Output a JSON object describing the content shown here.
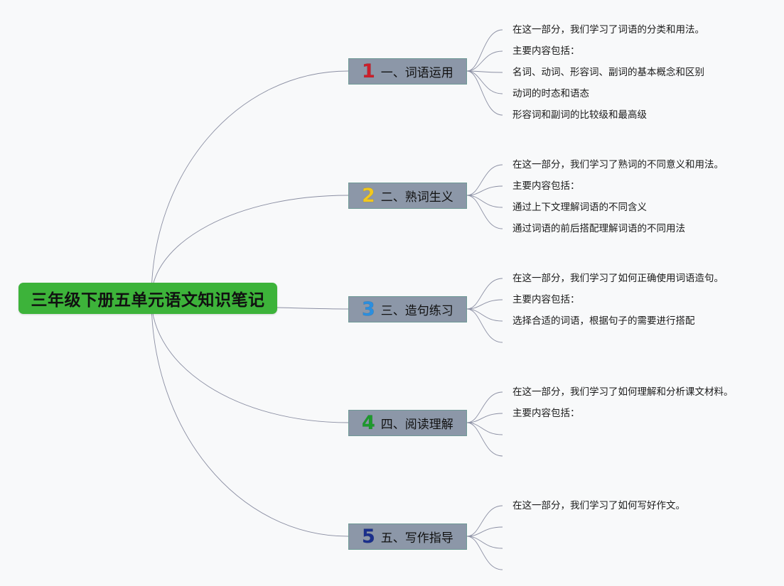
{
  "root": {
    "label": "三年级下册五单元语文知识笔记"
  },
  "colors": {
    "root_bg": "#3db33a",
    "branch_bg": "#8c97a8",
    "line": "#8b8fa3"
  },
  "branches": [
    {
      "number": "1",
      "number_color": "#cc1f2b",
      "label": "一、词语运用",
      "leaves": [
        "在这一部分，我们学习了词语的分类和用法。",
        "主要内容包括：",
        "名词、动词、形容词、副词的基本概念和区别",
        "动词的时态和语态",
        "形容词和副词的比较级和最高级"
      ]
    },
    {
      "number": "2",
      "number_color": "#f2c81e",
      "label": "二、熟词生义",
      "leaves": [
        "在这一部分，我们学习了熟词的不同意义和用法。",
        "主要内容包括：",
        "通过上下文理解词语的不同含义",
        "通过词语的前后搭配理解词语的不同用法"
      ]
    },
    {
      "number": "3",
      "number_color": "#2a8fe0",
      "label": "三、造句练习",
      "leaves": [
        "在这一部分，我们学习了如何正确使用词语造句。",
        "主要内容包括：",
        "选择合适的词语，根据句子的需要进行搭配",
        ""
      ]
    },
    {
      "number": "4",
      "number_color": "#1d9a2c",
      "label": "四、阅读理解",
      "leaves": [
        "在这一部分，我们学习了如何理解和分析课文材料。",
        "主要内容包括：",
        "",
        ""
      ]
    },
    {
      "number": "5",
      "number_color": "#1a2f8c",
      "label": "五、写作指导",
      "leaves": [
        "在这一部分，我们学习了如何写好作文。",
        "",
        "",
        ""
      ]
    }
  ]
}
